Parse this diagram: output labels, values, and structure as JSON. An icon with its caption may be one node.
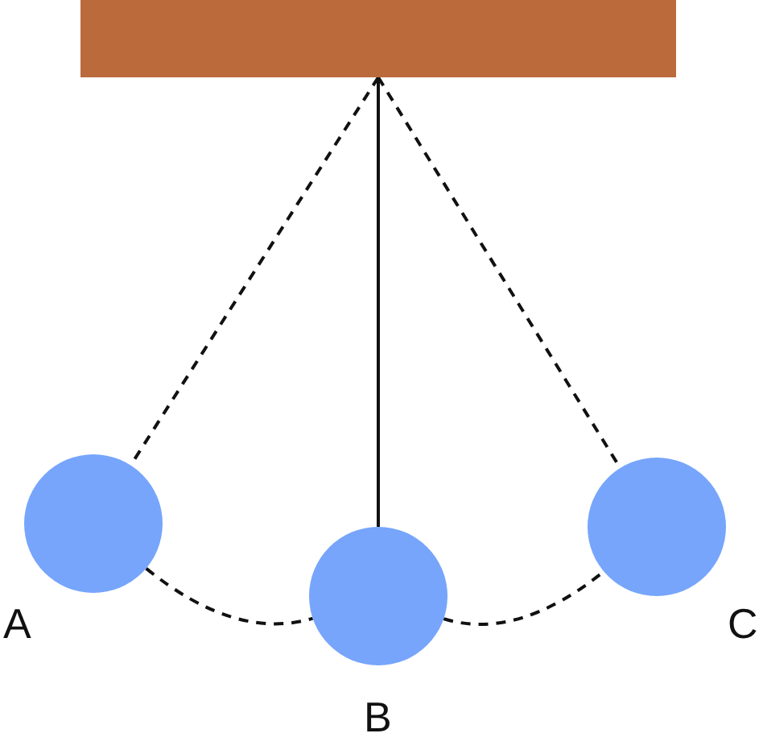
{
  "diagram": {
    "nodes": [
      {
        "text": [],
        "shape": "bar"
      },
      {
        "text": [],
        "shape": "circle",
        "beside": [
          "A"
        ]
      },
      {
        "text": [],
        "shape": "circle",
        "beside": [
          "B"
        ]
      },
      {
        "text": [],
        "shape": "circle",
        "beside": [
          "C"
        ]
      }
    ],
    "edges": [
      {
        "from": 0,
        "to": 1,
        "arrow": "none",
        "style": "dashed"
      },
      {
        "from": 0,
        "to": 2,
        "arrow": "none"
      },
      {
        "from": 0,
        "to": 3,
        "arrow": "none",
        "style": "dashed"
      },
      {
        "from": 1,
        "to": 2,
        "arrow": "none",
        "style": "dashed"
      },
      {
        "from": 2,
        "to": 3,
        "arrow": "none",
        "style": "dashed"
      }
    ]
  }
}
